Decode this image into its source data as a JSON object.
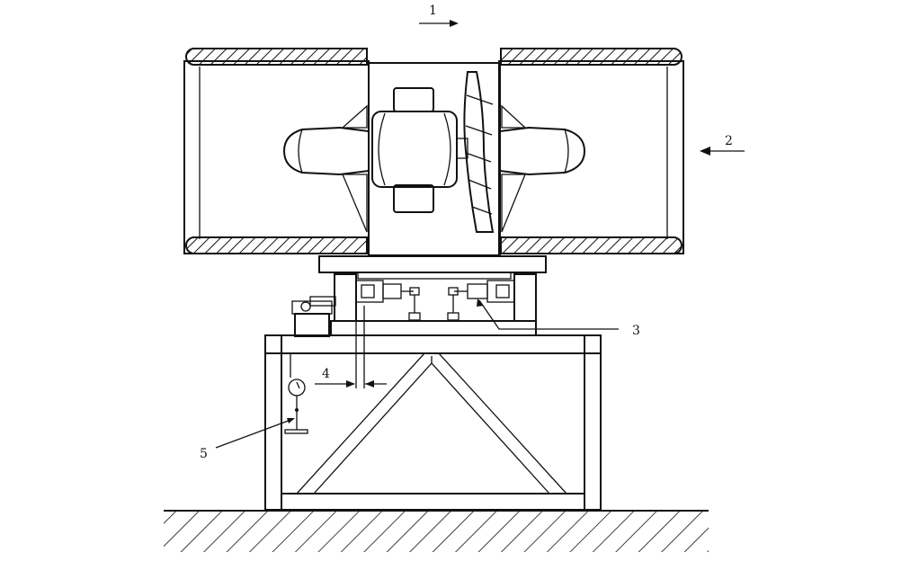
{
  "callouts": [
    {
      "id": "1",
      "label": "1"
    },
    {
      "id": "2",
      "label": "2"
    },
    {
      "id": "3",
      "label": "3"
    },
    {
      "id": "4",
      "label": "4"
    },
    {
      "id": "5",
      "label": "5"
    }
  ],
  "colors": {
    "ink": "#111111",
    "background": "#ffffff"
  }
}
